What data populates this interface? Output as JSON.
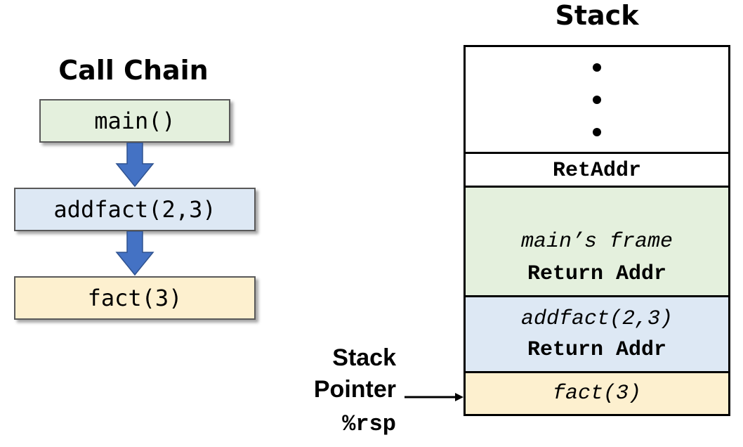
{
  "call_chain": {
    "title": "Call Chain",
    "items": [
      "main()",
      "addfact(2,3)",
      "fact(3)"
    ]
  },
  "stack": {
    "title": "Stack",
    "retaddr": "RetAddr",
    "main_frame": {
      "name": "main’s frame",
      "ret": "Return Addr"
    },
    "addfact_frame": {
      "name": "addfact(2,3)",
      "ret": "Return Addr"
    },
    "fact_frame": {
      "name": "fact(3)"
    }
  },
  "stack_pointer": {
    "line1": "Stack",
    "line2": "Pointer",
    "register": "%rsp"
  },
  "colors": {
    "main": "#e4f0dd",
    "addfact": "#dde8f4",
    "fact": "#fdf0cf",
    "arrow": "#4472c4"
  }
}
